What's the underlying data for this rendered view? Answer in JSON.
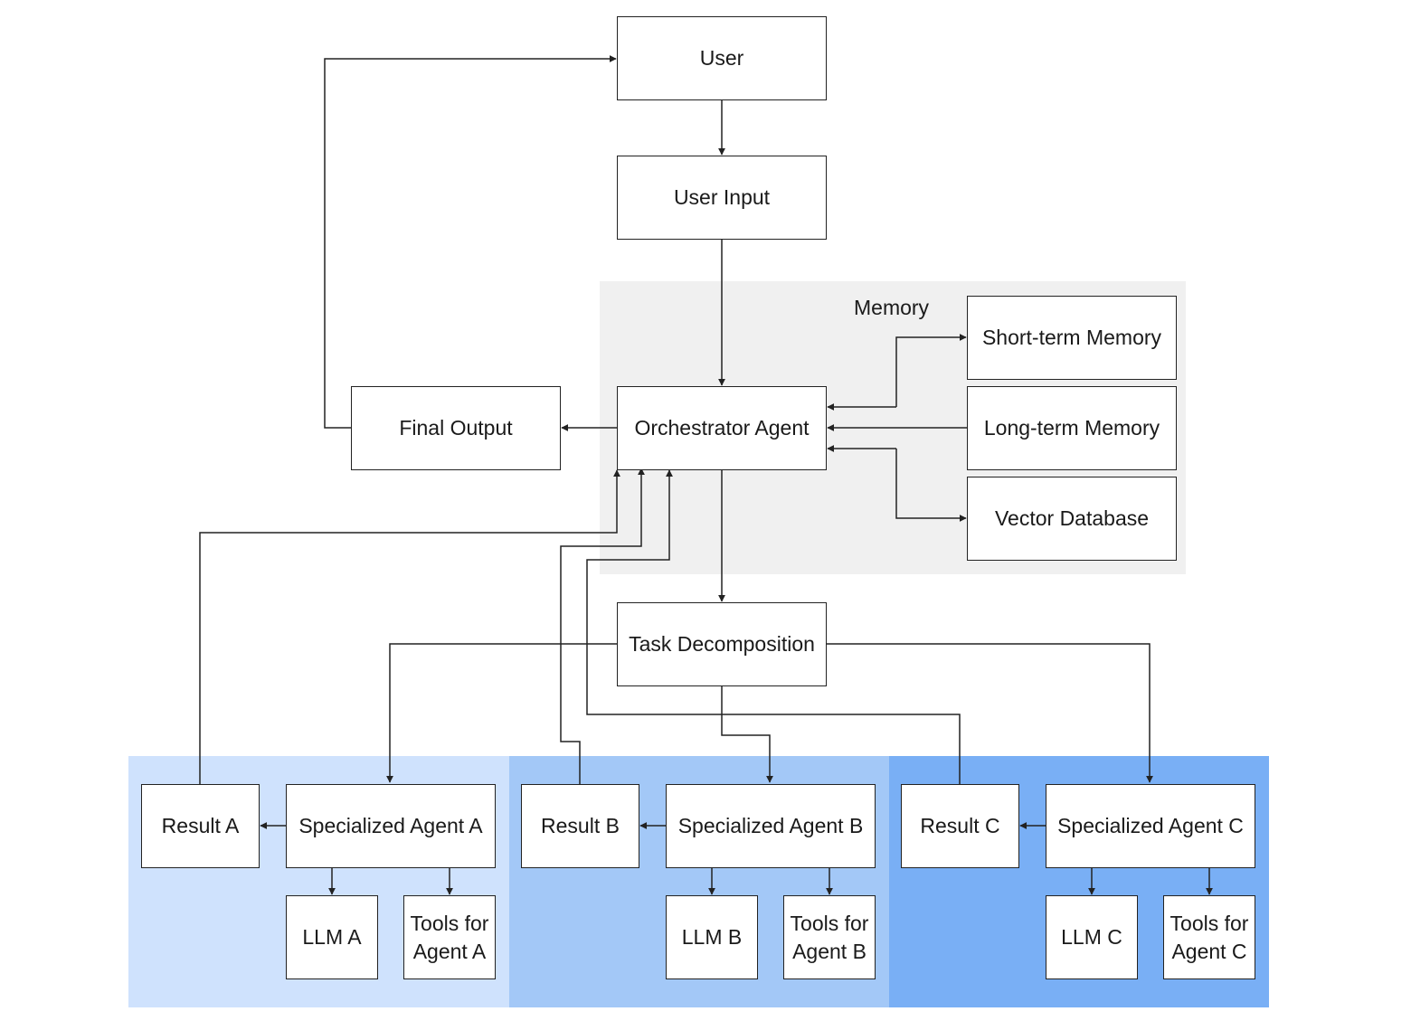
{
  "colors": {
    "memory_region": "#f0f0f0",
    "agent_a_region": "#cfe2fd",
    "agent_b_region": "#a3c8f7",
    "agent_c_region": "#79aff5",
    "stroke": "#222222"
  },
  "memory_label": "Memory",
  "nodes": {
    "user": "User",
    "user_input": "User Input",
    "orchestrator": "Orchestrator Agent",
    "final_output": "Final Output",
    "short_term": "Short-term Memory",
    "long_term": "Long-term Memory",
    "vector_db": "Vector Database",
    "task_decomposition": "Task Decomposition",
    "result_a": "Result A",
    "agent_a": "Specialized Agent A",
    "llm_a": "LLM A",
    "tools_a": "Tools for\nAgent A",
    "result_b": "Result B",
    "agent_b": "Specialized Agent B",
    "llm_b": "LLM B",
    "tools_b": "Tools for\nAgent B",
    "result_c": "Result C",
    "agent_c": "Specialized Agent C",
    "llm_c": "LLM C",
    "tools_c": "Tools for\nAgent C"
  }
}
